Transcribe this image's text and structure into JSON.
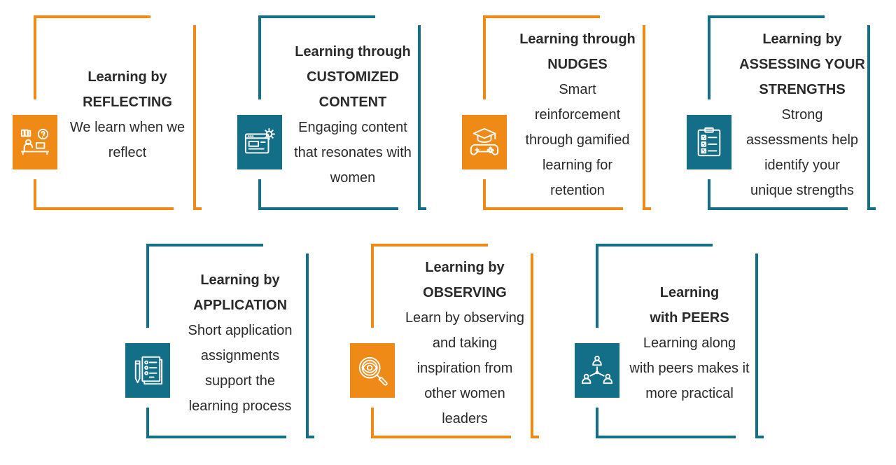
{
  "colors": {
    "orange": "#ef8a17",
    "blue": "#136f87"
  },
  "cards": [
    {
      "color": "orange",
      "icon": "reflect-desk-icon",
      "title": [
        "Learning by",
        "REFLECTING"
      ],
      "desc": [
        "We learn when we",
        "reflect"
      ]
    },
    {
      "color": "blue",
      "icon": "browser-settings-icon",
      "title": [
        "Learning through",
        "CUSTOMIZED",
        "CONTENT"
      ],
      "desc": [
        "Engaging content",
        "that resonates with",
        "women"
      ]
    },
    {
      "color": "orange",
      "icon": "graduation-gamepad-icon",
      "title": [
        "Learning through",
        "NUDGES"
      ],
      "desc": [
        "Smart",
        "reinforcement",
        "through gamified",
        "learning for",
        "retention"
      ]
    },
    {
      "color": "blue",
      "icon": "checklist-clipboard-icon",
      "title": [
        "Learning by",
        "ASSESSING YOUR",
        "STRENGTHS"
      ],
      "desc": [
        "Strong",
        "assessments help",
        "identify your",
        "unique strengths"
      ]
    },
    {
      "color": "blue",
      "icon": "document-pencil-icon",
      "title": [
        "Learning by",
        "APPLICATION"
      ],
      "desc": [
        "Short application",
        "assignments",
        "support the",
        "learning process"
      ]
    },
    {
      "color": "orange",
      "icon": "eye-magnifier-icon",
      "title": [
        "Learning by",
        "OBSERVING"
      ],
      "desc": [
        "Learn by observing",
        "and taking",
        "inspiration from",
        "other women",
        "leaders"
      ]
    },
    {
      "color": "blue",
      "icon": "peer-network-icon",
      "title": [
        "Learning",
        "with PEERS"
      ],
      "desc": [
        "Learning along",
        "with peers makes it",
        "more practical"
      ]
    }
  ]
}
